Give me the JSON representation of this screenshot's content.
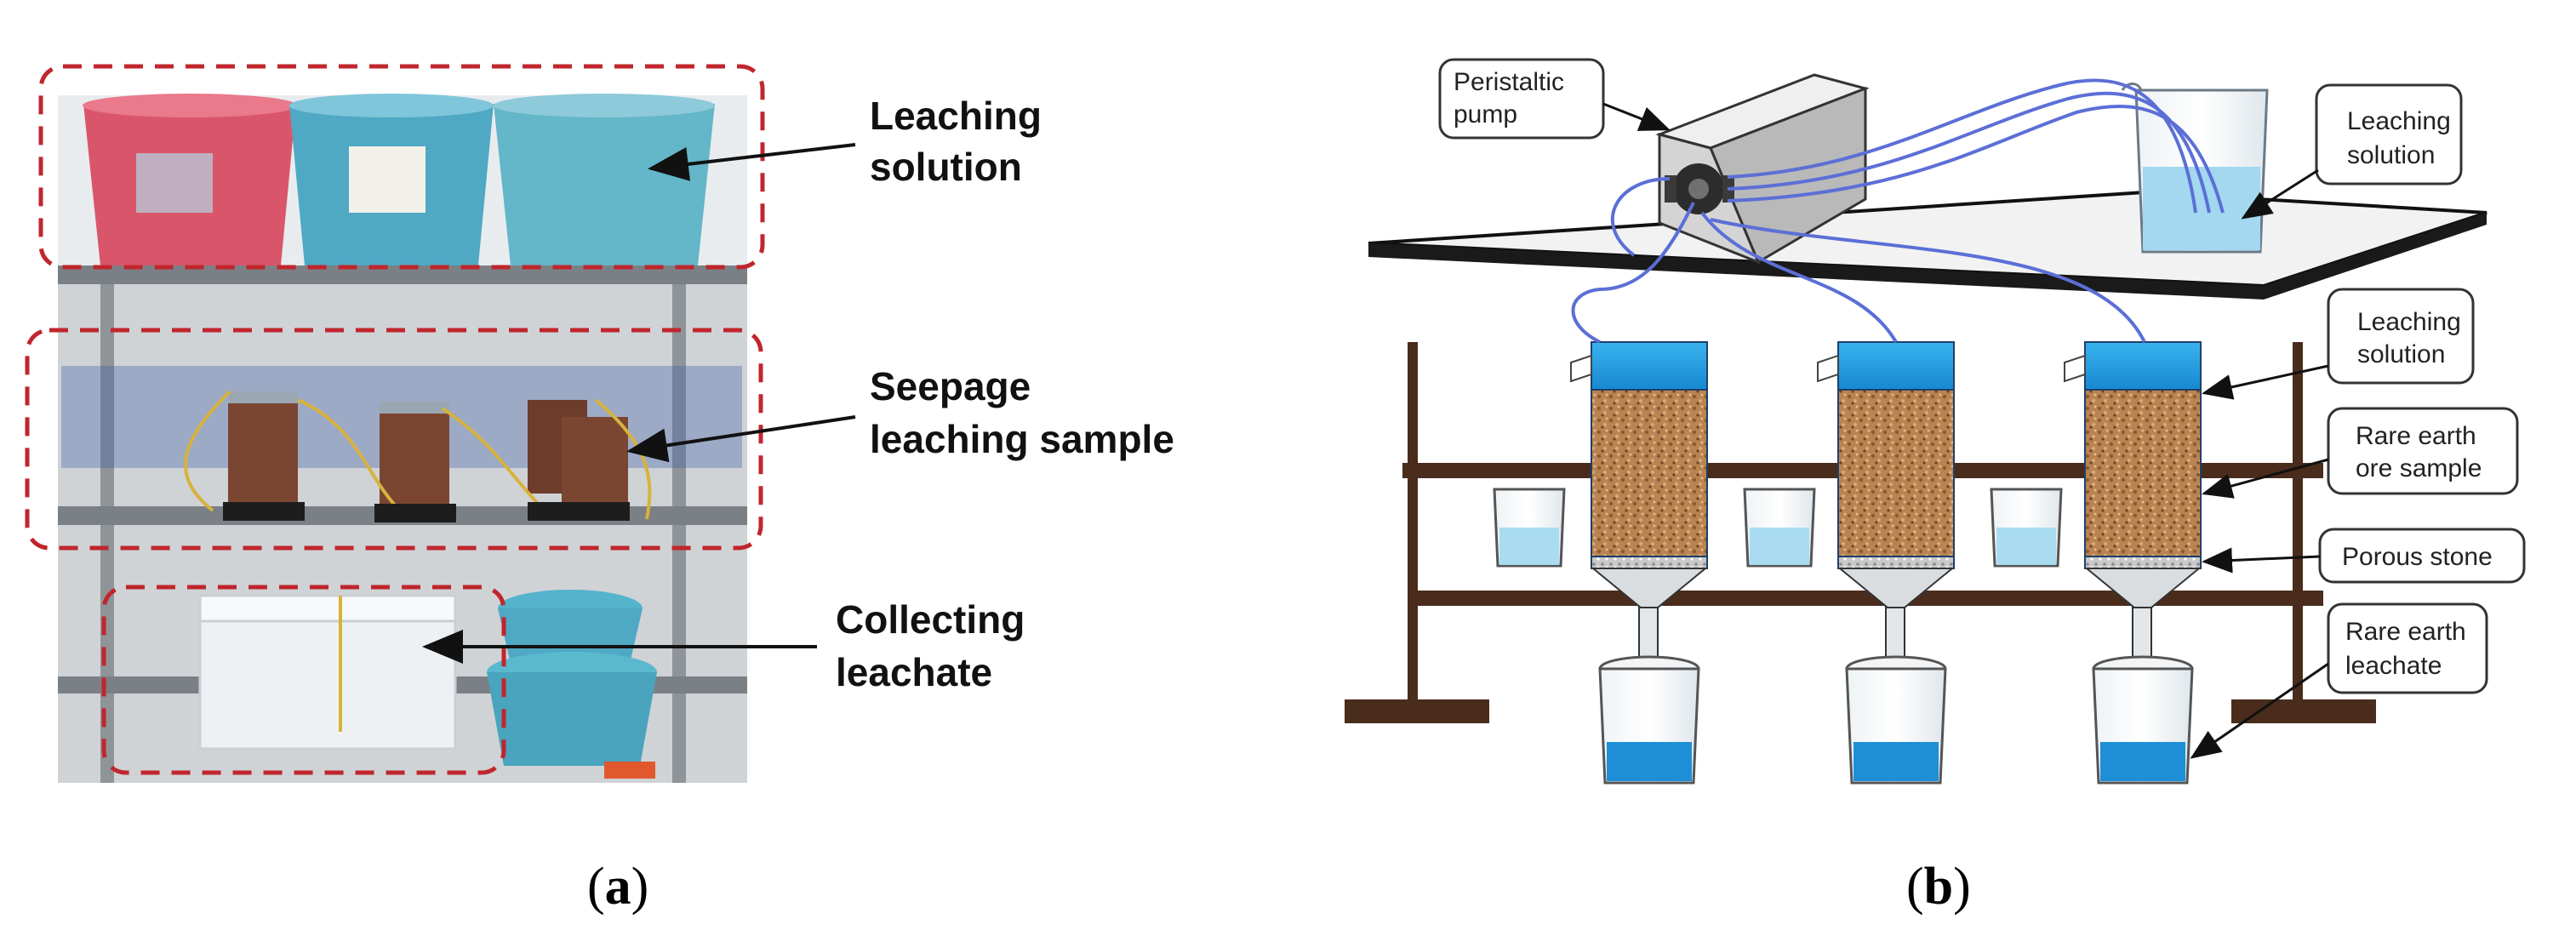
{
  "panel_a": {
    "callouts": {
      "leaching_solution": [
        "Leaching",
        "solution"
      ],
      "seepage_sample": [
        "Seepage",
        "leaching sample"
      ],
      "collecting_leachate": [
        "Collecting",
        "leachate"
      ]
    },
    "caption": {
      "open": "(",
      "letter": "a",
      "close": ")"
    }
  },
  "panel_b": {
    "labels": {
      "peristaltic_pump": [
        "Peristaltic",
        "pump"
      ],
      "leaching_solution_beaker": [
        "Leaching",
        "solution"
      ],
      "leaching_solution_column": [
        "Leaching",
        "solution"
      ],
      "rare_earth_ore_sample": [
        "Rare earth",
        "ore sample"
      ],
      "porous_stone": [
        "Porous stone"
      ],
      "rare_earth_leachate": [
        "Rare earth",
        "leachate"
      ]
    },
    "caption": {
      "open": "(",
      "letter": "b",
      "close": ")"
    }
  },
  "colors": {
    "dashed_box": "#c0262d",
    "bucket_red": "#d9566a",
    "bucket_blue": "#4fa9c4",
    "solution_blue": "#1f9ee0",
    "ore_brown": "#b07a4c",
    "frame_brown": "#4a2c1c",
    "tube_blue": "#5b6fd6",
    "pump_grey": "#d4d4d4"
  }
}
